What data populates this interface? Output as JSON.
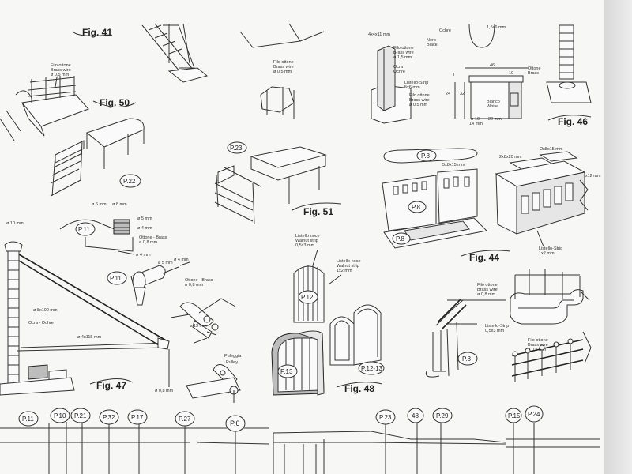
{
  "figures": {
    "fig41": "Fig. 41",
    "fig44": "Fig. 44",
    "fig46": "Fig. 46",
    "fig47": "Fig. 47",
    "fig48": "Fig. 48",
    "fig50": "Fig. 50",
    "fig51": "Fig. 51"
  },
  "callouts": {
    "p22": "P.22",
    "p23": "P.23",
    "p8_a": "P.8",
    "p8_b": "P.8",
    "p8_c": "P.8",
    "p8_d": "P.8",
    "p11_a": "P.11",
    "p11_b": "P.11",
    "p12": "P.12",
    "p13": "P.13",
    "p12_13": "P.12-13"
  },
  "annotations": {
    "fig50_wire": [
      "Filo ottone",
      "Brass wire",
      "ø 0,5 mm"
    ],
    "top_wire": [
      "Filo ottone",
      "Brass wire",
      "ø 0,5 mm"
    ],
    "nero_black": [
      "Nero",
      "Black"
    ],
    "ocra_top": "Ochre",
    "dim_4x4": "4x4x11 mm",
    "dim_1_5x6": "1,5x6 mm",
    "fig46_wire": [
      "Filo ottone",
      "Brass wire",
      "ø 1,5 mm"
    ],
    "fig46_ocra": [
      "Ocra",
      "Ochre"
    ],
    "fig46_strip": [
      "Listello-Strip",
      "5x6 mm"
    ],
    "fig46_wire2": [
      "Filo ottone",
      "Brass wire",
      "ø 0,5 mm"
    ],
    "fig46_brass": [
      "Ottone",
      "Brass"
    ],
    "fig46_white": [
      "Bianco",
      "White"
    ],
    "fig46_dims": [
      "46",
      "10",
      "24",
      "32",
      "ø 10",
      "22 mm",
      "14 mm"
    ],
    "fig44_dims": [
      "5x8x15 mm",
      "2x8x20 mm",
      "2x8x15 mm",
      "5x8x12 mm"
    ],
    "fig44_strip": [
      "Listello-Strip",
      "1x2 mm"
    ],
    "fig47_dims": [
      "ø 10 mm",
      "ø 6 mm",
      "ø 8 mm",
      "ø 5 mm",
      "ø 4 mm",
      "ø 4 mm",
      "ø 5 mm",
      "ø 4 mm"
    ],
    "fig47_brass": [
      "Ottone - Brass",
      "ø 0,8 mm"
    ],
    "fig47_brass2": [
      "Ottone - Brass",
      "ø 0,8 mm"
    ],
    "fig47_tube": "ø 8x100 mm",
    "fig47_ochre": "Ocra - Ochre",
    "fig47_pole": "ø 4x115 mm",
    "fig47_wheel": "ø 13 mm",
    "fig47_pulley": [
      "Puleggia",
      "Pulley"
    ],
    "fig47_wire": "ø 0,8 mm",
    "fig48_strip1": [
      "Listello noce",
      "Walnut strip",
      "0,5x3 mm"
    ],
    "fig48_strip2": [
      "Listello noce",
      "Walnut strip",
      "1x2 mm"
    ],
    "rail_wire": [
      "Filo ottone",
      "Brass wire",
      "ø 0,8 mm"
    ],
    "rail_strip": [
      "Listello-Strip",
      "0,5x3 mm"
    ],
    "rail_wire2": [
      "Filo ottone",
      "Brass wire",
      "ø 0,5 mm"
    ]
  },
  "bottom_parts": [
    "P.11",
    "P.10",
    "P.21",
    "P.32",
    "P.17",
    "P.27",
    "P.6",
    "P.23",
    "48",
    "P.29",
    "P.15",
    "P.24"
  ]
}
